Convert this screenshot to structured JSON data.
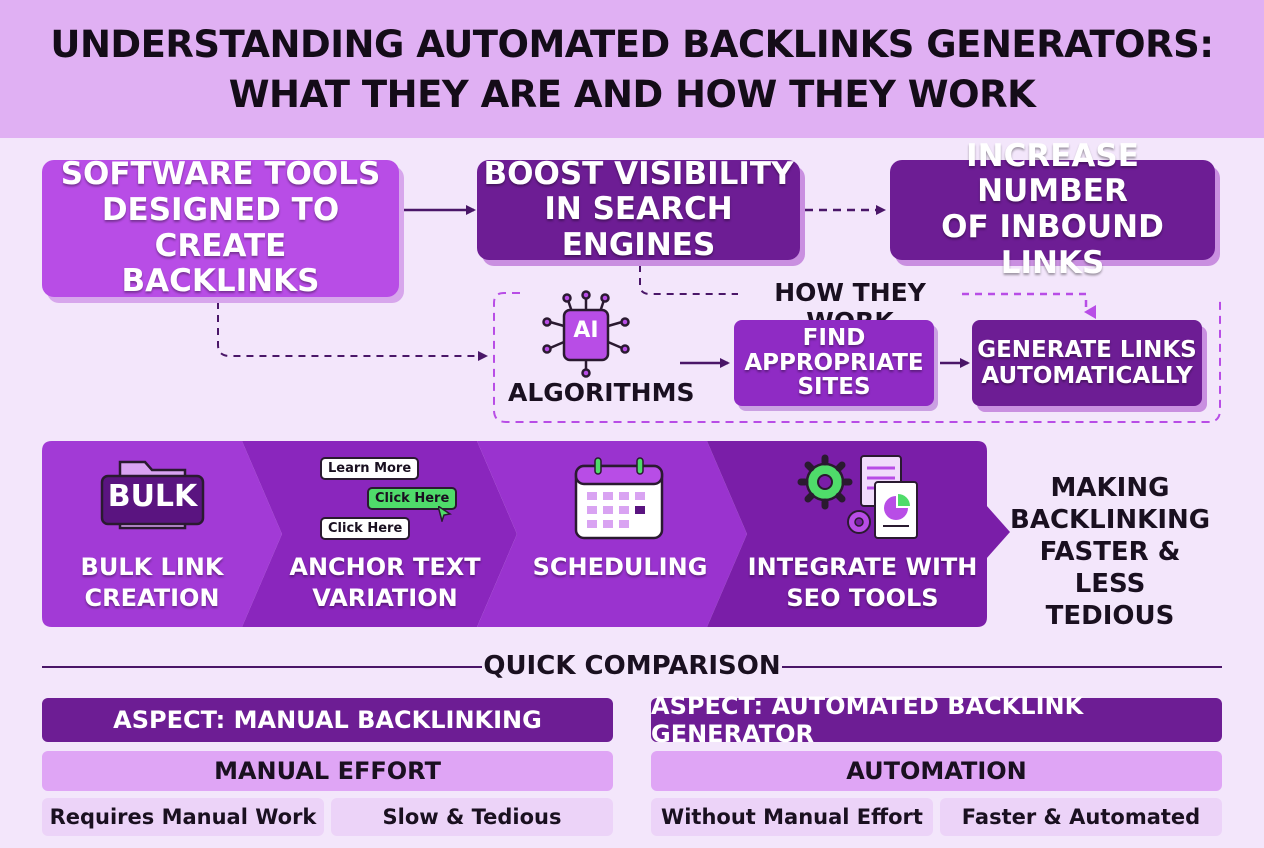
{
  "title": {
    "line1": "UNDERSTANDING AUTOMATED BACKLINKS GENERATORS:",
    "line2": "WHAT THEY ARE AND HOW THEY WORK"
  },
  "top_row": {
    "definition": [
      "SOFTWARE TOOLS",
      "DESIGNED TO CREATE",
      "BACKLINKS"
    ],
    "benefit1": [
      "BOOST VISIBILITY",
      "IN SEARCH ENGINES"
    ],
    "benefit2": [
      "INCREASE NUMBER",
      "OF INBOUND LINKS"
    ]
  },
  "how_they_work": {
    "label": "HOW THEY WORK",
    "ai_badge": "AI",
    "algorithms": "ALGORITHMS",
    "find_sites": [
      "FIND",
      "APPROPRIATE",
      "SITES"
    ],
    "generate_links": [
      "GENERATE LINKS",
      "AUTOMATICALLY"
    ]
  },
  "features": {
    "bulk_badge": "BULK",
    "bulk": [
      "BULK LINK",
      "CREATION"
    ],
    "anchor_buttons": [
      "Learn More",
      "Click Here",
      "Click Here"
    ],
    "anchor": [
      "ANCHOR TEXT",
      "VARIATION"
    ],
    "scheduling": "SCHEDULING",
    "integrate": [
      "INTEGRATE WITH",
      "SEO TOOLS"
    ],
    "outcome": [
      "MAKING",
      "BACKLINKING",
      "FASTER & LESS",
      "TEDIOUS"
    ]
  },
  "comparison": {
    "title": "QUICK COMPARISON",
    "manual": {
      "header": "ASPECT: MANUAL BACKLINKING",
      "sub": "MANUAL EFFORT",
      "cells": [
        "Requires Manual Work",
        "Slow & Tedious"
      ]
    },
    "automated": {
      "header": "ASPECT: AUTOMATED BACKLINK GENERATOR",
      "sub": "AUTOMATION",
      "cells": [
        "Without Manual Effort",
        "Faster & Automated"
      ]
    }
  },
  "colors": {
    "background": "#f3e6fb",
    "header": "#e0b0f3",
    "purple_light": "#b84de6",
    "purple_dark": "#6d1d94",
    "accent_green": "#4fdc6a"
  }
}
